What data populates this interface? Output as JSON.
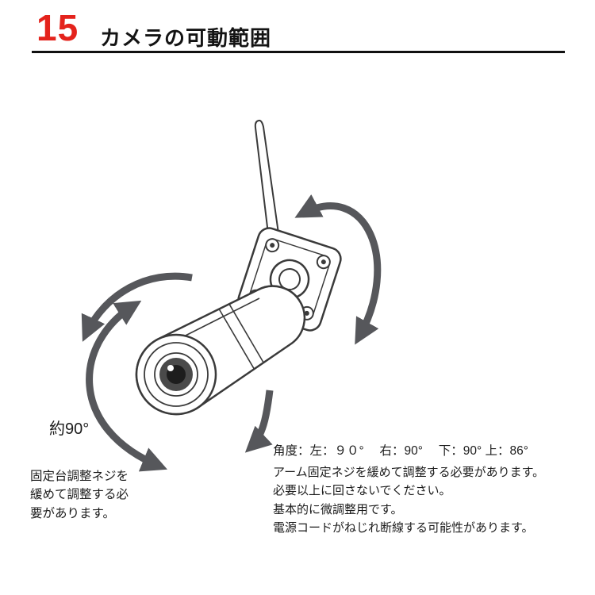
{
  "page": {
    "background": "#ffffff"
  },
  "header": {
    "number": "15",
    "number_color": "#e4231c",
    "title": "カメラの可動範囲",
    "rule_color": "#101010"
  },
  "illustration": {
    "name": "camera-movable-range-diagram",
    "arrow_color": "#56575b",
    "line_color": "#3a3a3a",
    "labels": {
      "angle_left": "約90°"
    }
  },
  "captions": {
    "left_note": "固定台調整ネジを\n緩めて調整する必\n要があります。",
    "angle_line": "角度：左：９０°　 右：90°　 下：90° 上：86°",
    "right_note": "アーム固定ネジを緩めて調整する必要があります。\n必要以上に回さないでください。\n基本的に微調整用です。\n電源コードがねじれ断線する可能性があります。"
  }
}
